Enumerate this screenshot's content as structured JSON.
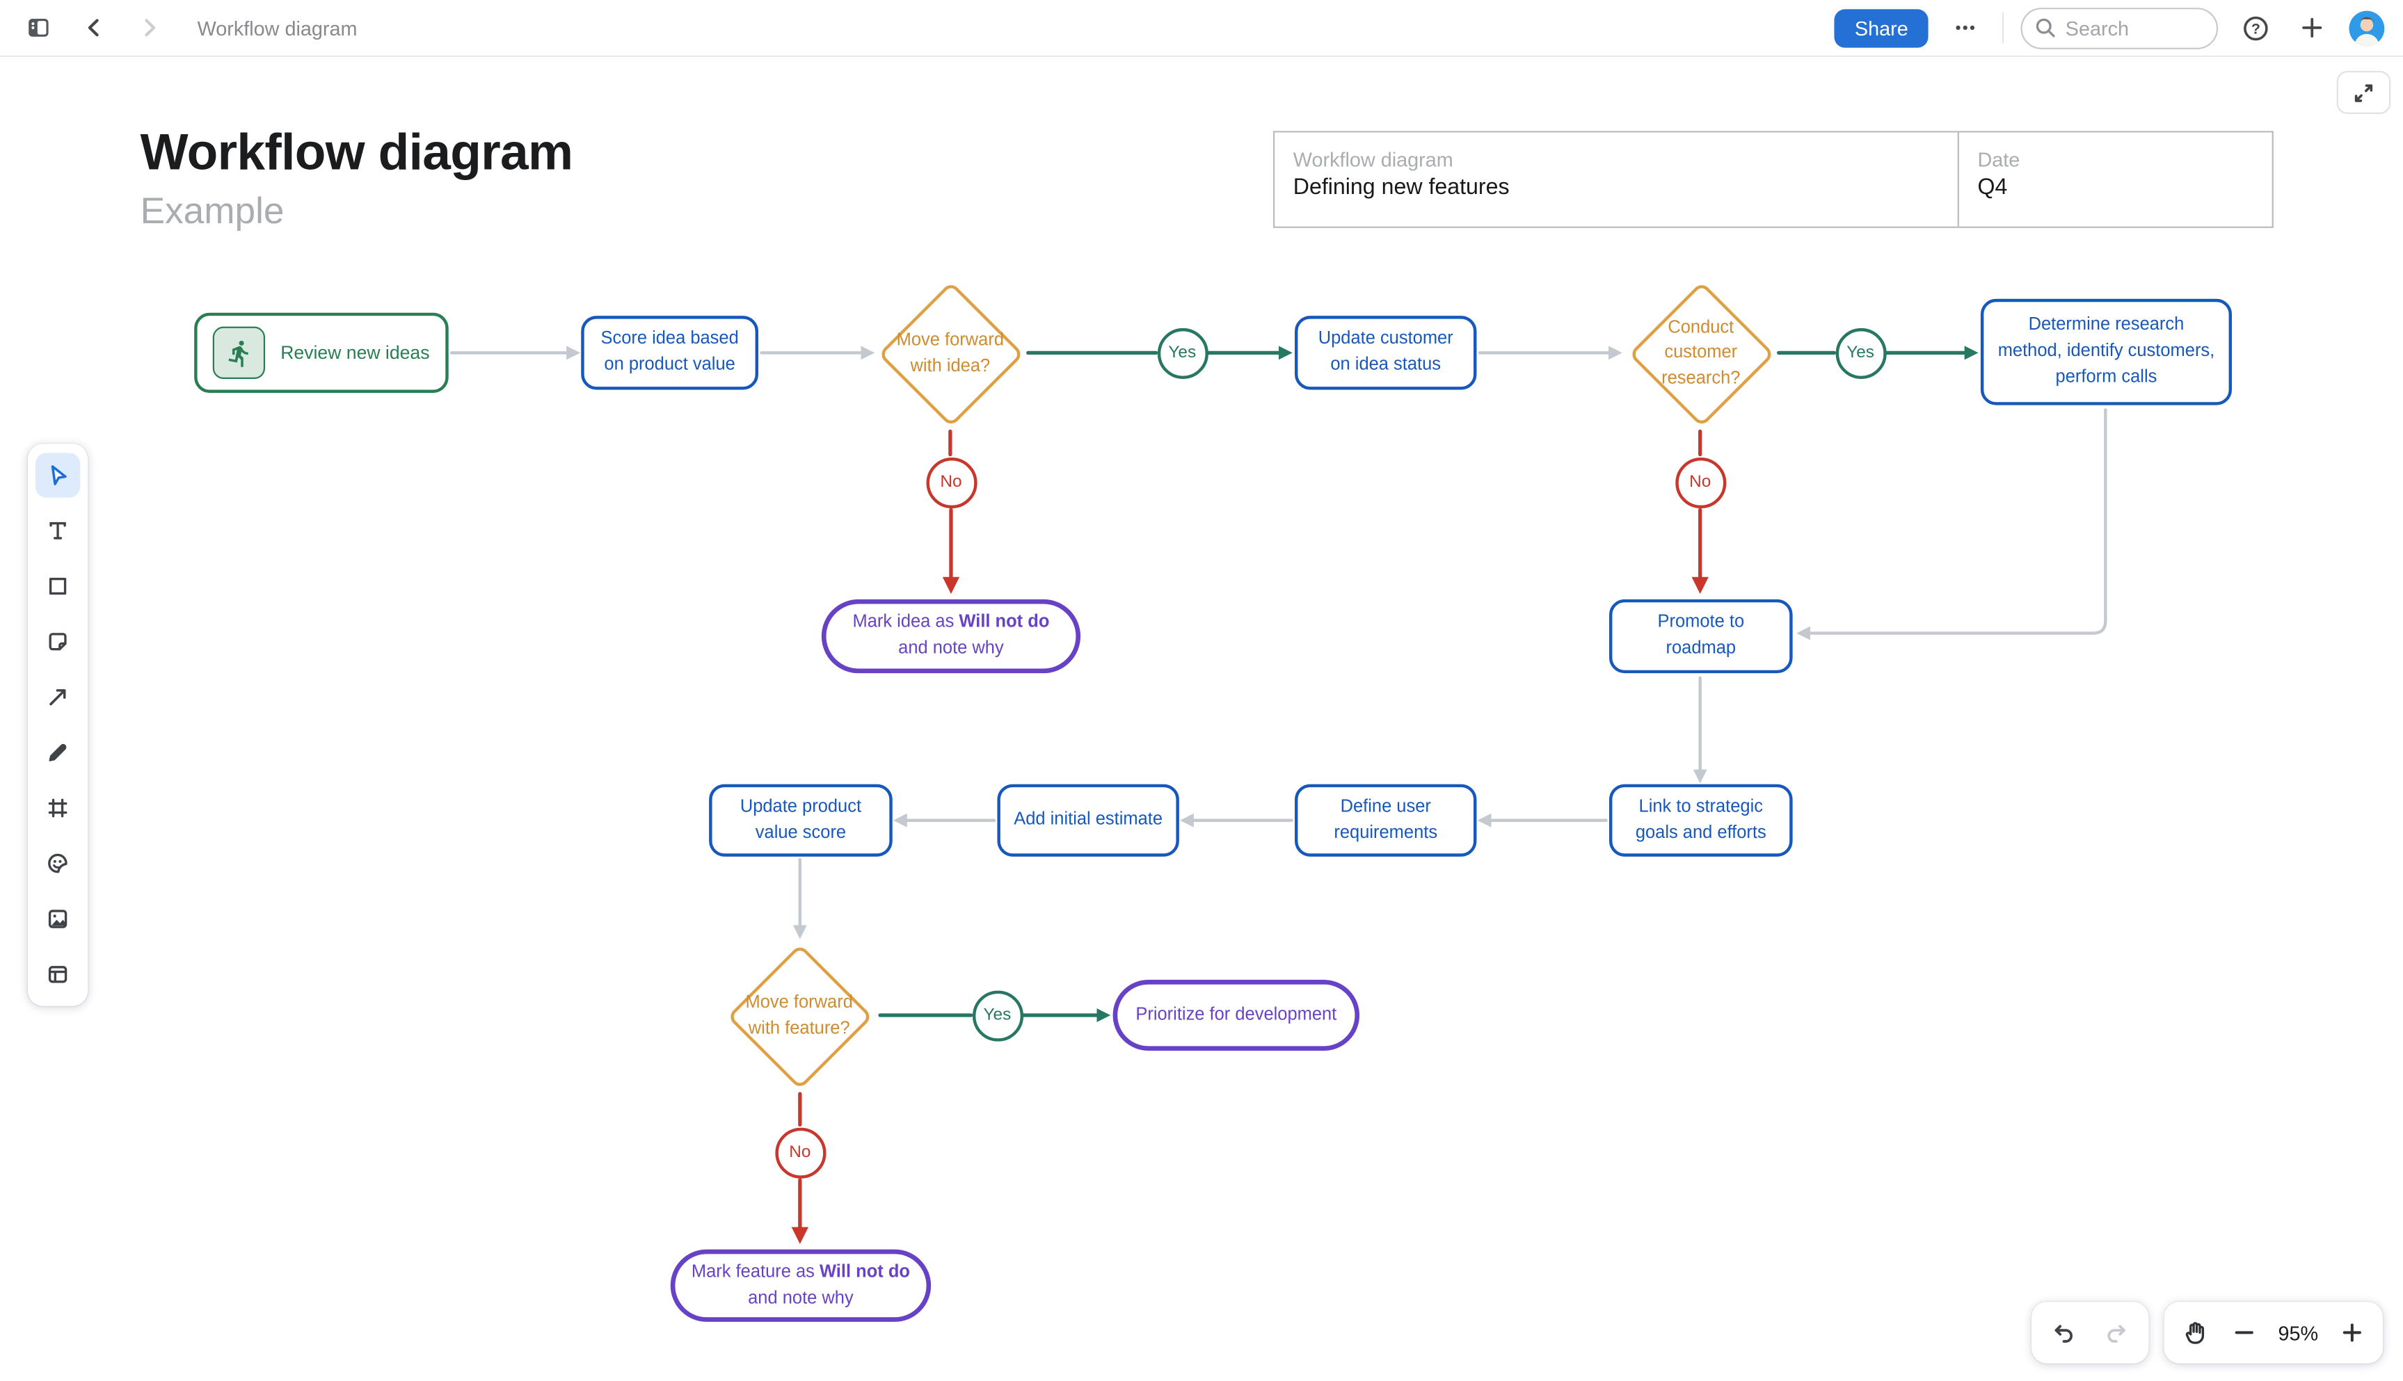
{
  "topbar": {
    "breadcrumb": "Workflow diagram",
    "share_label": "Share",
    "search_placeholder": "Search"
  },
  "toolbar": {
    "active_tool": "select",
    "tools": [
      "select",
      "text",
      "shape",
      "sticky-note",
      "connector",
      "pen",
      "frame",
      "sticker",
      "image",
      "template"
    ]
  },
  "canvas": {
    "title": "Workflow diagram",
    "subtitle": "Example",
    "info_table": {
      "name_label": "Workflow diagram",
      "name_value": "Defining new features",
      "date_label": "Date",
      "date_value": "Q4"
    },
    "labels": {
      "yes": "Yes",
      "no": "No"
    },
    "nodes": {
      "start": "Review new ideas",
      "score": "Score idea based on product value",
      "decision_idea": "Move forward with idea?",
      "update_customer": "Update customer on idea status",
      "decision_research": "Conduct customer research?",
      "research": "Determine research method, identify customers, perform calls",
      "mark_idea": {
        "prefix": "Mark idea as ",
        "bold": "Will not do",
        "suffix": " and note why"
      },
      "promote": "Promote to roadmap",
      "link_goals": "Link to strategic goals and efforts",
      "define_requirements": "Define user requirements",
      "add_estimate": "Add initial estimate",
      "update_score": "Update product value score",
      "decision_feature": "Move forward with feature?",
      "prioritize": "Prioritize for development",
      "mark_feature": {
        "prefix": "Mark feature as ",
        "bold": "Will not do",
        "suffix": " and note why"
      }
    }
  },
  "controls": {
    "zoom_level": "95%"
  },
  "colors": {
    "share_blue": "#2470D5",
    "node_blue": "#1758BC",
    "node_green": "#2A7E53",
    "diamond_orange_border": "#DFA044",
    "diamond_orange_text": "#CE8B30",
    "no_red": "#C9372C",
    "yes_teal": "#277763",
    "purple": "#6842C6",
    "connector_gray": "#C4C9D0"
  }
}
